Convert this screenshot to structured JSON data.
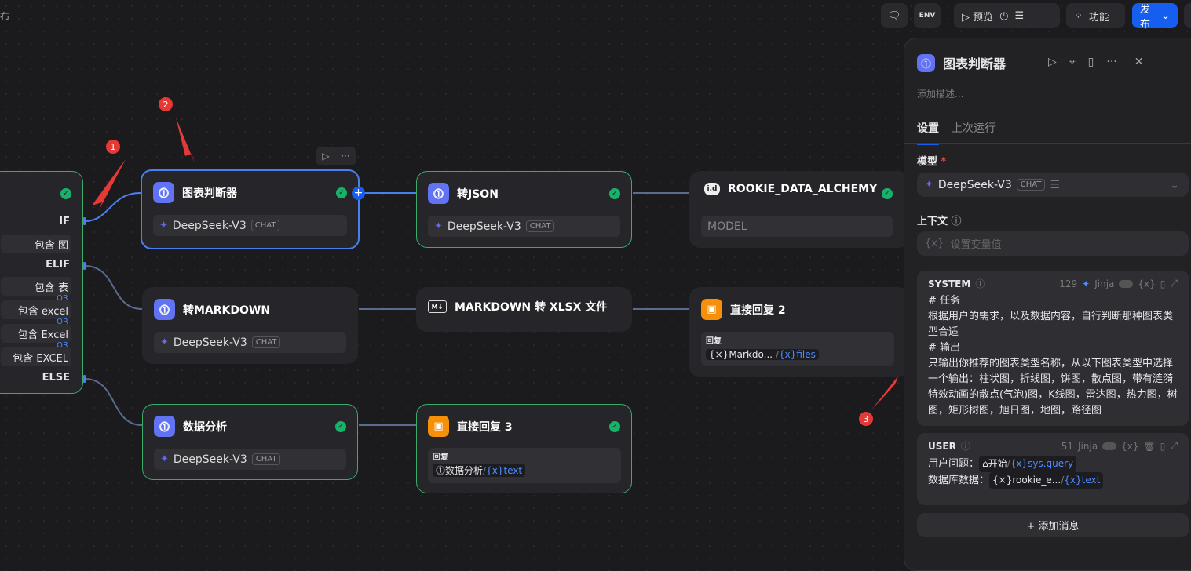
{
  "topbar": {
    "left_clip": "布",
    "preview": "预览",
    "features": "功能",
    "publish": "发布"
  },
  "nodes": {
    "ifelse": {
      "if": "IF",
      "elif": "ELIF",
      "else": "ELSE",
      "or": "OR",
      "conds": [
        "包含 图",
        "包含 表",
        "包含 excel",
        "包含 Excel",
        "包含 EXCEL"
      ]
    },
    "chart_judge": {
      "title": "图表判断器",
      "model": "DeepSeek-V3",
      "badge": "CHAT"
    },
    "to_json": {
      "title": "转JSON",
      "model": "DeepSeek-V3",
      "badge": "CHAT"
    },
    "rookie": {
      "title": "ROOKIE_DATA_ALCHEMY",
      "field": "MODEL"
    },
    "to_md": {
      "title": "转MARKDOWN",
      "model": "DeepSeek-V3",
      "badge": "CHAT"
    },
    "md_xlsx": {
      "title": "MARKDOWN 转 XLSX 文件",
      "icon": "M↓"
    },
    "reply2": {
      "title": "直接回复 2",
      "label": "回复",
      "var_src": "Markdo...",
      "var": "files"
    },
    "analysis": {
      "title": "数据分析",
      "model": "DeepSeek-V3",
      "badge": "CHAT"
    },
    "reply3": {
      "title": "直接回复 3",
      "label": "回复",
      "var_src": "数据分析",
      "var": "text"
    }
  },
  "annotations": [
    "1",
    "2",
    "3"
  ],
  "panel": {
    "title": "图表判断器",
    "desc_placeholder": "添加描述...",
    "tabs": [
      "设置",
      "上次运行"
    ],
    "model_label": "模型",
    "required": "*",
    "model": "DeepSeek-V3",
    "badge": "CHAT",
    "context_label": "上下文",
    "context_placeholder": "设置变量值",
    "system": {
      "role": "SYSTEM",
      "count": "129",
      "jinja": "Jinja",
      "lines": [
        "# 任务",
        "根据用户的需求，以及数据内容，自行判断那种图表类型合适",
        "# 输出",
        "只输出你推荐的图表类型名称，从以下图表类型中选择一个输出：柱状图，折线图，饼图，散点图，带有涟漪特效动画的散点(气泡)图，K线图，雷达图，热力图，树图，矩形树图，旭日图，地图，路径图"
      ]
    },
    "user": {
      "role": "USER",
      "count": "51",
      "jinja": "Jinja",
      "q_label": "用户问题：",
      "q_src": "开始",
      "q_var": "sys.query",
      "d_label": "数据库数据：",
      "d_src": "rookie_e...",
      "d_var": "text"
    },
    "add_message": "+ 添加消息"
  }
}
